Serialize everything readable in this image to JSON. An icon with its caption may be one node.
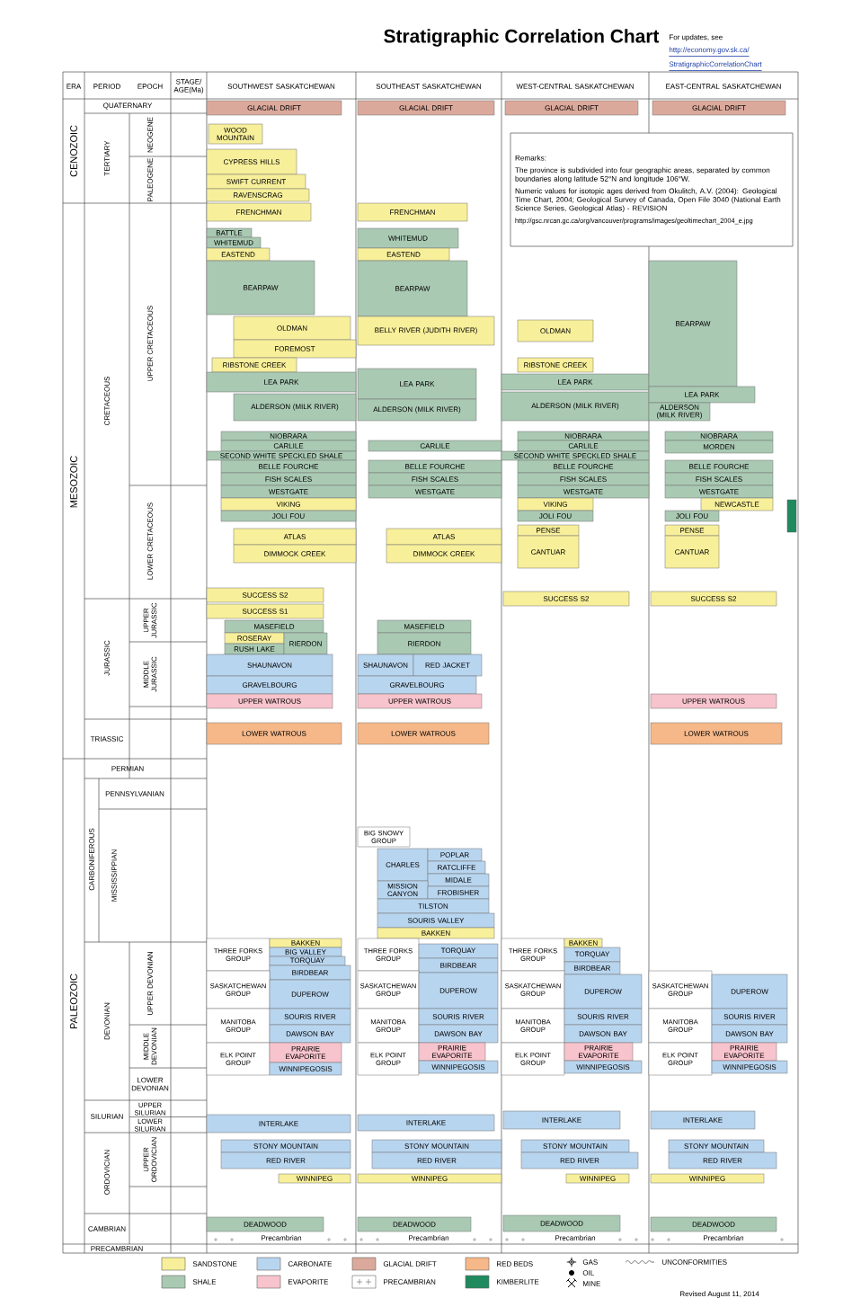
{
  "diagram": {
    "title": "Stratigraphic Correlation Chart",
    "nodes": [
      {
        "text": [
          "Remarks:",
          "The province is subdivided into four geographic areas, separated by common boundaries along latitude 52°N and longitude 106°W.",
          "Numeric values for isotopic ages derived from Okulitch, A.V. (2004): Geological Time Chart, 2004; Geological Survey of Canada, Open File 3040 (National Earth Science Series, Geological Atlas) - REVISION",
          "http://gsc.nrcan.gc.ca/org/vancouver/programs/images/geoltimechart_2004_e.jpg"
        ]
      },
      {
        "text": [
          "GLACIAL DRIFT"
        ]
      },
      {
        "text": [
          "WOOD MOUNTAIN"
        ]
      },
      {
        "text": [
          "CYPRESS HILLS"
        ]
      },
      {
        "text": [
          "SWIFT CURRENT"
        ]
      },
      {
        "text": [
          "RAVENSCRAG"
        ]
      },
      {
        "text": [
          "FRENCHMAN"
        ]
      },
      {
        "text": [
          "BATTLE"
        ]
      },
      {
        "text": [
          "WHITEMUD"
        ]
      },
      {
        "text": [
          "EASTEND"
        ]
      },
      {
        "text": [
          "BEARPAW"
        ]
      },
      {
        "text": [
          "OLDMAN"
        ]
      },
      {
        "text": [
          "FOREMOST"
        ]
      },
      {
        "text": [
          "RIBSTONE CREEK"
        ]
      },
      {
        "text": [
          "LEA PARK"
        ]
      },
      {
        "text": [
          "ALDERSON (MILK RIVER)"
        ]
      },
      {
        "text": [
          "NIOBRARA"
        ]
      },
      {
        "text": [
          "CARLILE"
        ]
      },
      {
        "text": [
          "SECOND WHITE SPECKLED SHALE"
        ]
      },
      {
        "text": [
          "BELLE FOURCHE"
        ]
      },
      {
        "text": [
          "FISH SCALES"
        ]
      },
      {
        "text": [
          "WESTGATE"
        ]
      },
      {
        "text": [
          "VIKING"
        ]
      },
      {
        "text": [
          "JOLI FOU"
        ]
      },
      {
        "text": [
          "ATLAS"
        ]
      },
      {
        "text": [
          "DIMMOCK CREEK"
        ]
      },
      {
        "text": [
          "SUCCESS S2"
        ]
      },
      {
        "text": [
          "SUCCESS S1"
        ]
      },
      {
        "text": [
          "MASEFIELD"
        ]
      },
      {
        "text": [
          "ROSERAY"
        ]
      },
      {
        "text": [
          "RUSH LAKE"
        ]
      },
      {
        "text": [
          "RIERDON"
        ]
      },
      {
        "text": [
          "SHAUNAVON"
        ]
      },
      {
        "text": [
          "GRAVELBOURG"
        ]
      },
      {
        "text": [
          "UPPER WATROUS"
        ]
      },
      {
        "text": [
          "LOWER WATROUS"
        ]
      },
      {
        "text": [
          "THREE FORKS GROUP"
        ]
      },
      {
        "text": [
          "BAKKEN"
        ]
      },
      {
        "text": [
          "BIG VALLEY"
        ]
      },
      {
        "text": [
          "TORQUAY"
        ]
      },
      {
        "text": [
          "BIRDBEAR"
        ]
      },
      {
        "text": [
          "SASKATCHEWAN GROUP"
        ]
      },
      {
        "text": [
          "DUPEROW"
        ]
      },
      {
        "text": [
          "MANITOBA GROUP"
        ]
      },
      {
        "text": [
          "SOURIS RIVER"
        ]
      },
      {
        "text": [
          "DAWSON BAY"
        ]
      },
      {
        "text": [
          "ELK POINT GROUP"
        ]
      },
      {
        "text": [
          "PRAIRIE EVAPORITE"
        ]
      },
      {
        "text": [
          "WINNIPEGOSIS"
        ]
      },
      {
        "text": [
          "INTERLAKE"
        ]
      },
      {
        "text": [
          "STONY MOUNTAIN"
        ]
      },
      {
        "text": [
          "RED RIVER"
        ]
      },
      {
        "text": [
          "WINNIPEG"
        ]
      },
      {
        "text": [
          "DEADWOOD"
        ]
      },
      {
        "text": [
          "GLACIAL DRIFT"
        ]
      },
      {
        "text": [
          "FRENCHMAN"
        ]
      },
      {
        "text": [
          "WHITEMUD"
        ]
      },
      {
        "text": [
          "EASTEND"
        ]
      },
      {
        "text": [
          "BEARPAW"
        ]
      },
      {
        "text": [
          "BELLY RIVER (JUDITH RIVER)"
        ]
      },
      {
        "text": [
          "LEA PARK"
        ]
      },
      {
        "text": [
          "ALDERSON (MILK RIVER)"
        ]
      },
      {
        "text": [
          "CARLILE"
        ]
      },
      {
        "text": [
          "BELLE FOURCHE"
        ]
      },
      {
        "text": [
          "FISH SCALES"
        ]
      },
      {
        "text": [
          "WESTGATE"
        ]
      },
      {
        "text": [
          "ATLAS"
        ]
      },
      {
        "text": [
          "DIMMOCK CREEK"
        ]
      },
      {
        "text": [
          "MASEFIELD"
        ]
      },
      {
        "text": [
          "RIERDON"
        ]
      },
      {
        "text": [
          "SHAUNAVON"
        ]
      },
      {
        "text": [
          "RED JACKET"
        ]
      },
      {
        "text": [
          "GRAVELBOURG"
        ]
      },
      {
        "text": [
          "UPPER WATROUS"
        ]
      },
      {
        "text": [
          "LOWER WATROUS"
        ]
      },
      {
        "text": [
          "BIG SNOWY GROUP"
        ]
      },
      {
        "text": [
          "CHARLES"
        ]
      },
      {
        "text": [
          "POPLAR"
        ]
      },
      {
        "text": [
          "RATCLIFFE"
        ]
      },
      {
        "text": [
          "MIDALE"
        ]
      },
      {
        "text": [
          "MISSION CANYON"
        ]
      },
      {
        "text": [
          "FROBISHER"
        ]
      },
      {
        "text": [
          "TILSTON"
        ]
      },
      {
        "text": [
          "SOURIS VALLEY"
        ]
      },
      {
        "text": [
          "BAKKEN"
        ]
      },
      {
        "text": [
          "THREE FORKS GROUP"
        ]
      },
      {
        "text": [
          "TORQUAY"
        ]
      },
      {
        "text": [
          "BIRDBEAR"
        ]
      },
      {
        "text": [
          "SASKATCHEWAN GROUP"
        ]
      },
      {
        "text": [
          "DUPEROW"
        ]
      },
      {
        "text": [
          "MANITOBA GROUP"
        ]
      },
      {
        "text": [
          "SOURIS RIVER"
        ]
      },
      {
        "text": [
          "DAWSON BAY"
        ]
      },
      {
        "text": [
          "ELK POINT GROUP"
        ]
      },
      {
        "text": [
          "PRAIRIE EVAPORITE"
        ]
      },
      {
        "text": [
          "WINNIPEGOSIS"
        ]
      },
      {
        "text": [
          "INTERLAKE"
        ]
      },
      {
        "text": [
          "STONY MOUNTAIN"
        ]
      },
      {
        "text": [
          "RED RIVER"
        ]
      },
      {
        "text": [
          "WINNIPEG"
        ]
      },
      {
        "text": [
          "DEADWOOD"
        ]
      },
      {
        "text": [
          "GLACIAL DRIFT"
        ]
      },
      {
        "text": [
          "OLDMAN"
        ]
      },
      {
        "text": [
          "RIBSTONE CREEK"
        ]
      },
      {
        "text": [
          "LEA PARK"
        ]
      },
      {
        "text": [
          "ALDERSON (MILK RIVER)"
        ]
      },
      {
        "text": [
          "NIOBRARA"
        ]
      },
      {
        "text": [
          "CARLILE"
        ]
      },
      {
        "text": [
          "SECOND WHITE SPECKLED SHALE"
        ]
      },
      {
        "text": [
          "BELLE FOURCHE"
        ]
      },
      {
        "text": [
          "FISH SCALES"
        ]
      },
      {
        "text": [
          "WESTGATE"
        ]
      },
      {
        "text": [
          "VIKING"
        ]
      },
      {
        "text": [
          "JOLI FOU"
        ]
      },
      {
        "text": [
          "PENSE"
        ]
      },
      {
        "text": [
          "CANTUAR"
        ]
      },
      {
        "text": [
          "SUCCESS S2"
        ]
      },
      {
        "text": [
          "THREE FORKS GROUP"
        ]
      },
      {
        "text": [
          "BAKKEN"
        ]
      },
      {
        "text": [
          "TORQUAY"
        ]
      },
      {
        "text": [
          "BIRDBEAR"
        ]
      },
      {
        "text": [
          "SASKATCHEWAN GROUP"
        ]
      },
      {
        "text": [
          "DUPEROW"
        ]
      },
      {
        "text": [
          "MANITOBA GROUP"
        ]
      },
      {
        "text": [
          "SOURIS RIVER"
        ]
      },
      {
        "text": [
          "DAWSON BAY"
        ]
      },
      {
        "text": [
          "ELK POINT GROUP"
        ]
      },
      {
        "text": [
          "PRAIRIE EVAPORITE"
        ]
      },
      {
        "text": [
          "WINNIPEGOSIS"
        ]
      },
      {
        "text": [
          "INTERLAKE"
        ]
      },
      {
        "text": [
          "STONY MOUNTAIN"
        ]
      },
      {
        "text": [
          "RED RIVER"
        ]
      },
      {
        "text": [
          "WINNIPEG"
        ]
      },
      {
        "text": [
          "DEADWOOD"
        ]
      },
      {
        "text": [
          "GLACIAL DRIFT"
        ]
      },
      {
        "text": [
          "BEARPAW"
        ]
      },
      {
        "text": [
          "LEA PARK"
        ]
      },
      {
        "text": [
          "ALDERSON (MILK RIVER)"
        ]
      },
      {
        "text": [
          "NIOBRARA"
        ]
      },
      {
        "text": [
          "MORDEN"
        ]
      },
      {
        "text": [
          "BELLE FOURCHE"
        ]
      },
      {
        "text": [
          "FISH SCALES"
        ]
      },
      {
        "text": [
          "WESTGATE"
        ]
      },
      {
        "text": [
          "NEWCASTLE"
        ]
      },
      {
        "text": [
          "JOLI FOU"
        ]
      },
      {
        "text": [
          "PENSE"
        ]
      },
      {
        "text": [
          "CANTUAR"
        ]
      },
      {
        "text": [
          "SUCCESS S2"
        ]
      },
      {
        "text": [
          "UPPER WATROUS"
        ]
      },
      {
        "text": [
          "LOWER WATROUS"
        ]
      },
      {
        "text": [
          "SASKATCHEWAN GROUP"
        ]
      },
      {
        "text": [
          "DUPEROW"
        ]
      },
      {
        "text": [
          "MANITOBA GROUP"
        ]
      },
      {
        "text": [
          "SOURIS RIVER"
        ]
      },
      {
        "text": [
          "DAWSON BAY"
        ]
      },
      {
        "text": [
          "ELK POINT GROUP"
        ]
      },
      {
        "text": [
          "PRAIRIE EVAPORITE"
        ]
      },
      {
        "text": [
          "WINNIPEGOSIS"
        ]
      },
      {
        "text": [
          "INTERLAKE"
        ]
      },
      {
        "text": [
          "STONY MOUNTAIN"
        ]
      },
      {
        "text": [
          "RED RIVER"
        ]
      },
      {
        "text": [
          "WINNIPEG"
        ]
      },
      {
        "text": [
          "DEADWOOD"
        ]
      }
    ],
    "labels": [
      "For updates, see",
      "http://economy.gov.sk.ca/",
      "StratigraphicCorrelationChart",
      "ERA",
      "PERIOD",
      "EPOCH",
      "STAGE/ AGE(Ma)",
      "SOUTHWEST SASKATCHEWAN",
      "SOUTHEAST SASKATCHEWAN",
      "WEST-CENTRAL SASKATCHEWAN",
      "EAST-CENTRAL SASKATCHEWAN",
      "CENOZOIC",
      "QUATERNARY",
      "TERTIARY",
      "NEOGENE",
      "PALEOGENE",
      "MESOZOIC",
      "CRETACEOUS",
      "UPPER CRETACEOUS",
      "LOWER CRETACEOUS",
      "JURASSIC",
      "UPPER JURASSIC",
      "MIDDLE JURASSIC",
      "TRIASSIC",
      "PALEOZOIC",
      "PERMIAN",
      "CARBONIFEROUS",
      "PENNSYLVANIAN",
      "MISSISSIPPIAN",
      "DEVONIAN",
      "UPPER DEVONIAN",
      "MIDDLE DEVONIAN",
      "LOWER DEVONIAN",
      "SILURIAN",
      "UPPER SILURIAN",
      "LOWER SILURIAN",
      "ORDOVICIAN",
      "UPPER ORDOVICIAN",
      "CAMBRIAN",
      "PRECAMBRIAN",
      "Precambrian",
      "Precambrian",
      "Precambrian",
      "Precambrian",
      "Revised August 11, 2014"
    ],
    "legend": [
      {
        "text": "SANDSTONE",
        "color": "#f7ef9a"
      },
      {
        "text": "CARBONATE",
        "color": "#b8d5ef"
      },
      {
        "text": "GLACIAL DRIFT",
        "color": "#dba99b"
      },
      {
        "text": "RED BEDS",
        "color": "#f6b889"
      },
      {
        "text": "GAS"
      },
      {
        "text": "UNCONFORMITIES"
      },
      {
        "text": "SHALE",
        "color": "#a9c9b3"
      },
      {
        "text": "EVAPORITE",
        "color": "#f7c3cc"
      },
      {
        "text": "PRECAMBRIAN"
      },
      {
        "text": "KIMBERLITE",
        "color": "#1f8a5e"
      },
      {
        "text": "OIL"
      },
      {
        "text": "MINE"
      }
    ]
  }
}
